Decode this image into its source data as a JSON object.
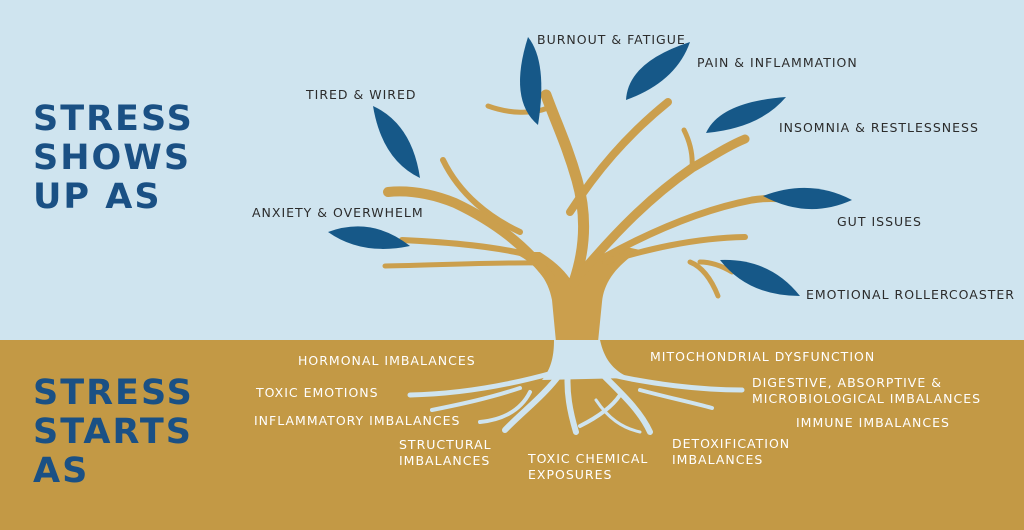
{
  "headings": {
    "top": "STRESS\nSHOWS\nUP AS",
    "bottom": "STRESS\nSTARTS\nAS"
  },
  "symptoms": [
    "BURNOUT & FATIGUE",
    "PAIN & INFLAMMATION",
    "TIRED & WIRED",
    "INSOMNIA & RESTLESSNESS",
    "ANXIETY & OVERWHELM",
    "GUT ISSUES",
    "EMOTIONAL ROLLERCOASTER"
  ],
  "causes": [
    "HORMONAL IMBALANCES",
    "TOXIC EMOTIONS",
    "INFLAMMATORY IMBALANCES",
    "STRUCTURAL\nIMBALANCES",
    "TOXIC CHEMICAL\nEXPOSURES",
    "DETOXIFICATION\nIMBALANCES",
    "MITOCHONDRIAL DYSFUNCTION",
    "DIGESTIVE, ABSORPTIVE &\nMICROBIOLOGICAL IMBALANCES",
    "IMMUNE IMBALANCES"
  ],
  "colors": {
    "sky": "#cfe4ef",
    "ground": "#c39945",
    "tree": "#cb9f4d",
    "leaf": "#165888",
    "heading": "#1a5084",
    "label": "#2c2c2c"
  }
}
